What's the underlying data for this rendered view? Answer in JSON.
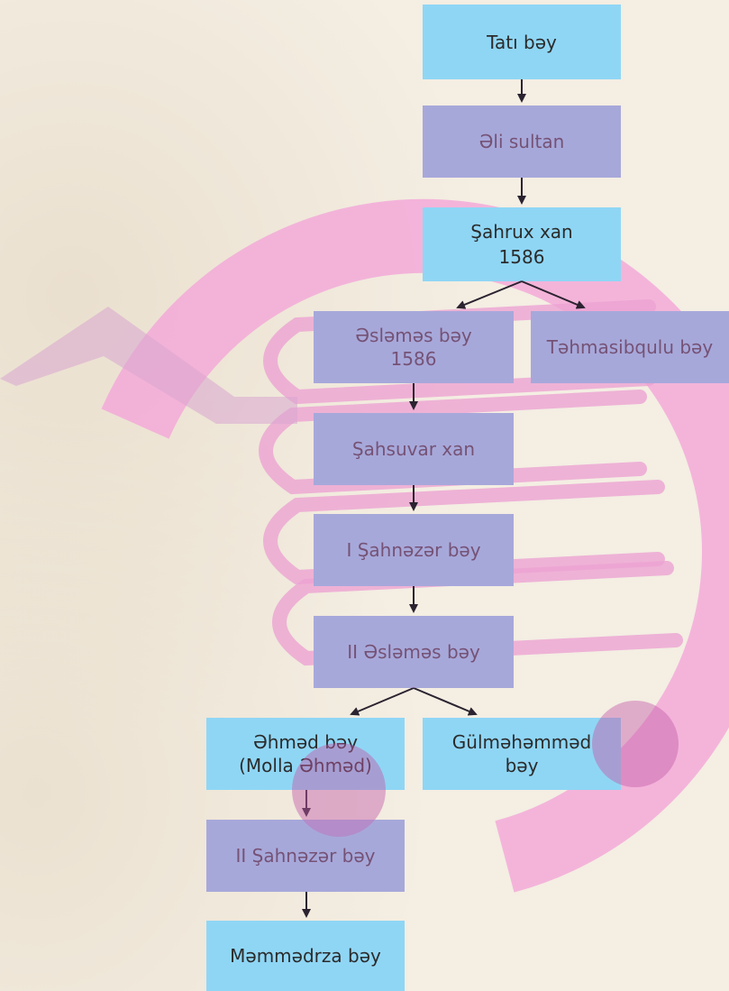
{
  "tree": {
    "tati": {
      "label": "Tatı bəy"
    },
    "ali": {
      "label": "Əli sultan"
    },
    "shahrux": {
      "label": "Şahrux xan",
      "year": "1586"
    },
    "aslamas": {
      "label": "Əsləməs bəy",
      "year": "1586"
    },
    "tahmasibqulu": {
      "label": "Təhmasibqulu bəy"
    },
    "shahsuvar": {
      "label": "Şahsuvar xan"
    },
    "shahnazar1": {
      "label": "I Şahnəzər bəy"
    },
    "aslamas2": {
      "label": "II Əsləməs bəy"
    },
    "ahmad": {
      "line1": "Əhməd bəy",
      "line2": "(Molla Əhməd)"
    },
    "gulmahammad": {
      "line1": "Gülməhəmməd",
      "line2": "bəy"
    },
    "shahnazar2": {
      "label": "II Şahnəzər bəy"
    },
    "mammadrza": {
      "label": "Məmmədrza bəy"
    }
  },
  "colors": {
    "box_fill": "#8fd6f5",
    "arrow": "#2b2330",
    "watermark": "#ee58b4"
  }
}
